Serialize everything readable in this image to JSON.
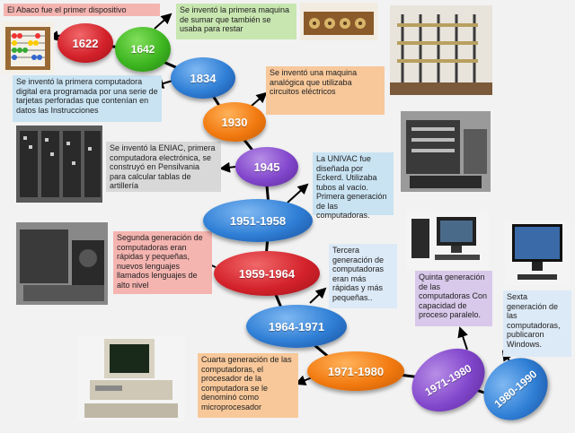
{
  "nodes": {
    "n1622": "1622",
    "n1642": "1642",
    "n1834": "1834",
    "n1930": "1930",
    "n1945": "1945",
    "n1951": "1951-1958",
    "n1959": "1959-1964",
    "n1964": "1964-1971",
    "n1971": "1971-1980",
    "n1971b": "1971-1980",
    "n1980": "1980-1990"
  },
  "texts": {
    "t1622": "El Abaco fue el primer dispositivo",
    "t1642": "Se inventó la primera maquina de sumar que también se usaba para restar",
    "t1834": "Se inventó la primera computadora digital era programada por una serie de tarjetas perforadas que contenían en datos las Instrucciones",
    "t1930": "Se inventó una maquina analógica que utilizaba circuitos eléctricos",
    "t1945": "Se inventó la ENIAC, primera computadora electrónica, se construyó en Pensilvania para calcular tablas de artillería",
    "t1951": "La UNIVAC fue diseñada por Eckerd. Utilizaba tubos al vacío. Primera generación de las computadoras.",
    "t1959": "Segunda generación de computadoras eran rápidas y pequeñas, nuevos lenguajes llamados lenguajes de alto nivel",
    "t1964": "Tercera generación de computadoras eran más rápidas y más pequeñas..",
    "t1971": "Cuarta generación de las computadoras, el procesador de la computadora se le denominó como microprocesador",
    "t1971b": "Quinta generación de las computadoras Con capacidad de proceso paralelo.",
    "t1980": "Sexta generación de las computadoras, publicaron Windows."
  },
  "colors": {
    "red": "#d4222b",
    "green": "#3db620",
    "blue": "#2f7fd6",
    "orange": "#f27a10",
    "purple": "#8246cc",
    "connector": "#000000"
  }
}
